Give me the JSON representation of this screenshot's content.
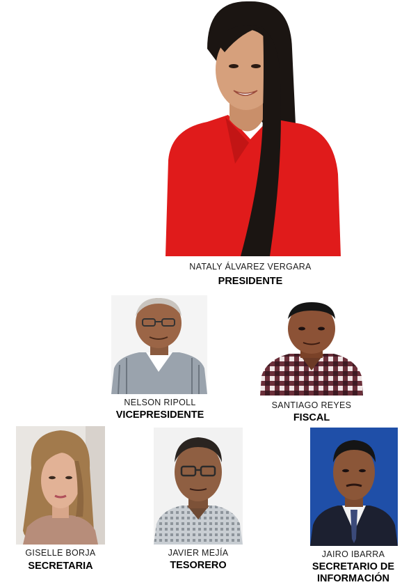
{
  "members": [
    {
      "id": "president",
      "name": "NATALY ÁLVAREZ VERGARA",
      "role": "PRESIDENTE",
      "photo_icon": "woman-red-shirt-portrait-icon"
    },
    {
      "id": "vicepresident",
      "name": "NELSON RIPOLL",
      "role": "VICEPRESIDENTE",
      "photo_icon": "man-glasses-striped-shirt-portrait-icon"
    },
    {
      "id": "fiscal",
      "name": "SANTIAGO REYES",
      "role": "FISCAL",
      "photo_icon": "man-plaid-shirt-portrait-icon"
    },
    {
      "id": "secretary",
      "name": "GISELLE BORJA",
      "role": "SECRETARIA",
      "photo_icon": "woman-long-hair-portrait-icon"
    },
    {
      "id": "treasurer",
      "name": "JAVIER MEJÍA",
      "role": "TESORERO",
      "photo_icon": "man-glasses-checked-shirt-portrait-icon"
    },
    {
      "id": "info-secretary",
      "name": "JAIRO IBARRA",
      "role_line1": "SECRETARIO DE",
      "role_line2": "INFORMACIÓN",
      "photo_icon": "man-suit-blue-background-portrait-icon"
    }
  ],
  "colors": {
    "red_shirt": "#e01b1b",
    "blue_backdrop": "#1f4fa8",
    "skin": "#c98f6a",
    "hair": "#1b1512"
  }
}
